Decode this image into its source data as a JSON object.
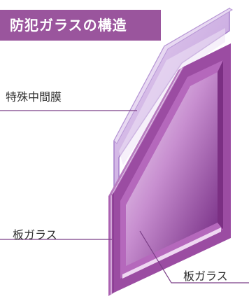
{
  "title": "防犯ガラスの構造",
  "labels": {
    "interlayer_film": "特殊中間膜",
    "glass_left": "板ガラス",
    "glass_right": "板ガラス"
  },
  "colors": {
    "title_bg": "#9a559d",
    "outer_glass": "#c9a8df",
    "outer_glass_edge": "#a67fcb",
    "pane_face_light": "#d9b8e8",
    "pane_face_dark": "#7d2f8a",
    "frame": "#9b4ca2",
    "frame_dark": "#7b2f83",
    "leader_line": "#7a3d86"
  }
}
